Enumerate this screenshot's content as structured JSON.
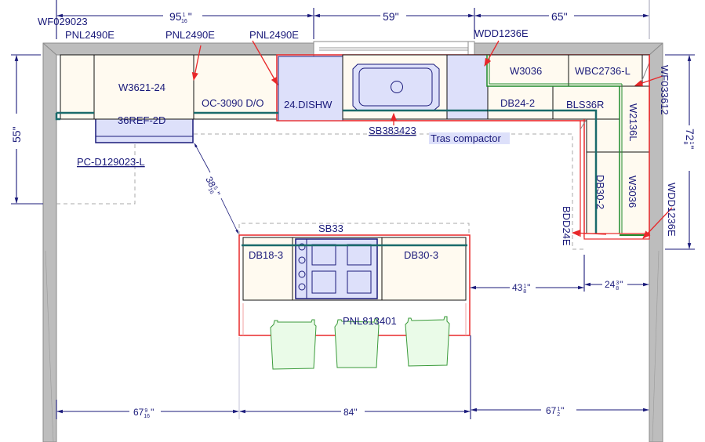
{
  "colors": {
    "wall": "#bdbdbd",
    "wall_edge": "#8a8a8a",
    "cabinet": "#fffaf0",
    "appliance": "#dde0fa",
    "outline": "#111111",
    "red": "#e8282a",
    "green": "#1f8a2a",
    "teal": "#1a6b6b",
    "dim": "#1a1a7a",
    "stool": "#eafbe8"
  },
  "dimensions": {
    "top_left": {
      "whole": "95",
      "num": "1",
      "den": "16",
      "unit": "\""
    },
    "top_mid": {
      "text": "59\""
    },
    "top_right": {
      "text": "65\""
    },
    "left": {
      "text": "55\""
    },
    "right": {
      "whole": "72",
      "num": "1",
      "den": "8",
      "unit": "\""
    },
    "diagonal": {
      "whole": "38",
      "num": "5",
      "den": "16",
      "unit": "\""
    },
    "island_right": {
      "whole": "43",
      "num": "1",
      "den": "8",
      "unit": "\""
    },
    "right_return": {
      "whole": "24",
      "num": "3",
      "den": "8",
      "unit": "\""
    },
    "bottom_left": {
      "whole": "67",
      "num": "9",
      "den": "16",
      "unit": "\""
    },
    "bottom_mid": {
      "text": "84\""
    },
    "bottom_right": {
      "whole": "67",
      "num": "1",
      "den": "2",
      "unit": "\""
    }
  },
  "labels": {
    "filler_top_left": "WF029023",
    "panel_1": "PNL2490E",
    "panel_2": "PNL2490E",
    "panel_3": "PNL2490E",
    "wall_door_top": "WDD1236E",
    "wall_cab_1": "W3621-24",
    "refrigerator": "36REF-2D",
    "oven_cab": "OC-3090 D/O",
    "dishwasher": "24.DISHW",
    "sink_base": "SB383423",
    "trash_compactor": "Tras compactor",
    "pantry": "PC-D129023-L",
    "wall_cab_2": "W3036",
    "wall_blind_corner": "WBC2736-L",
    "drawer_base_1": "DB24-2",
    "blind_base": "BLS36R",
    "filler_right": "WF033612",
    "wall_cab_3": "W2136L",
    "drawer_base_2": "DB30-2",
    "wall_cab_4": "W3036",
    "wall_door_right": "WDD1236E",
    "base_door": "BDD24E",
    "island_sink": "SB33",
    "island_db_left": "DB18-3",
    "island_db_right": "DB30-3",
    "island_panel": "PNL813401"
  },
  "stools": [
    {
      "id": "stool-1"
    },
    {
      "id": "stool-2"
    },
    {
      "id": "stool-3"
    }
  ]
}
